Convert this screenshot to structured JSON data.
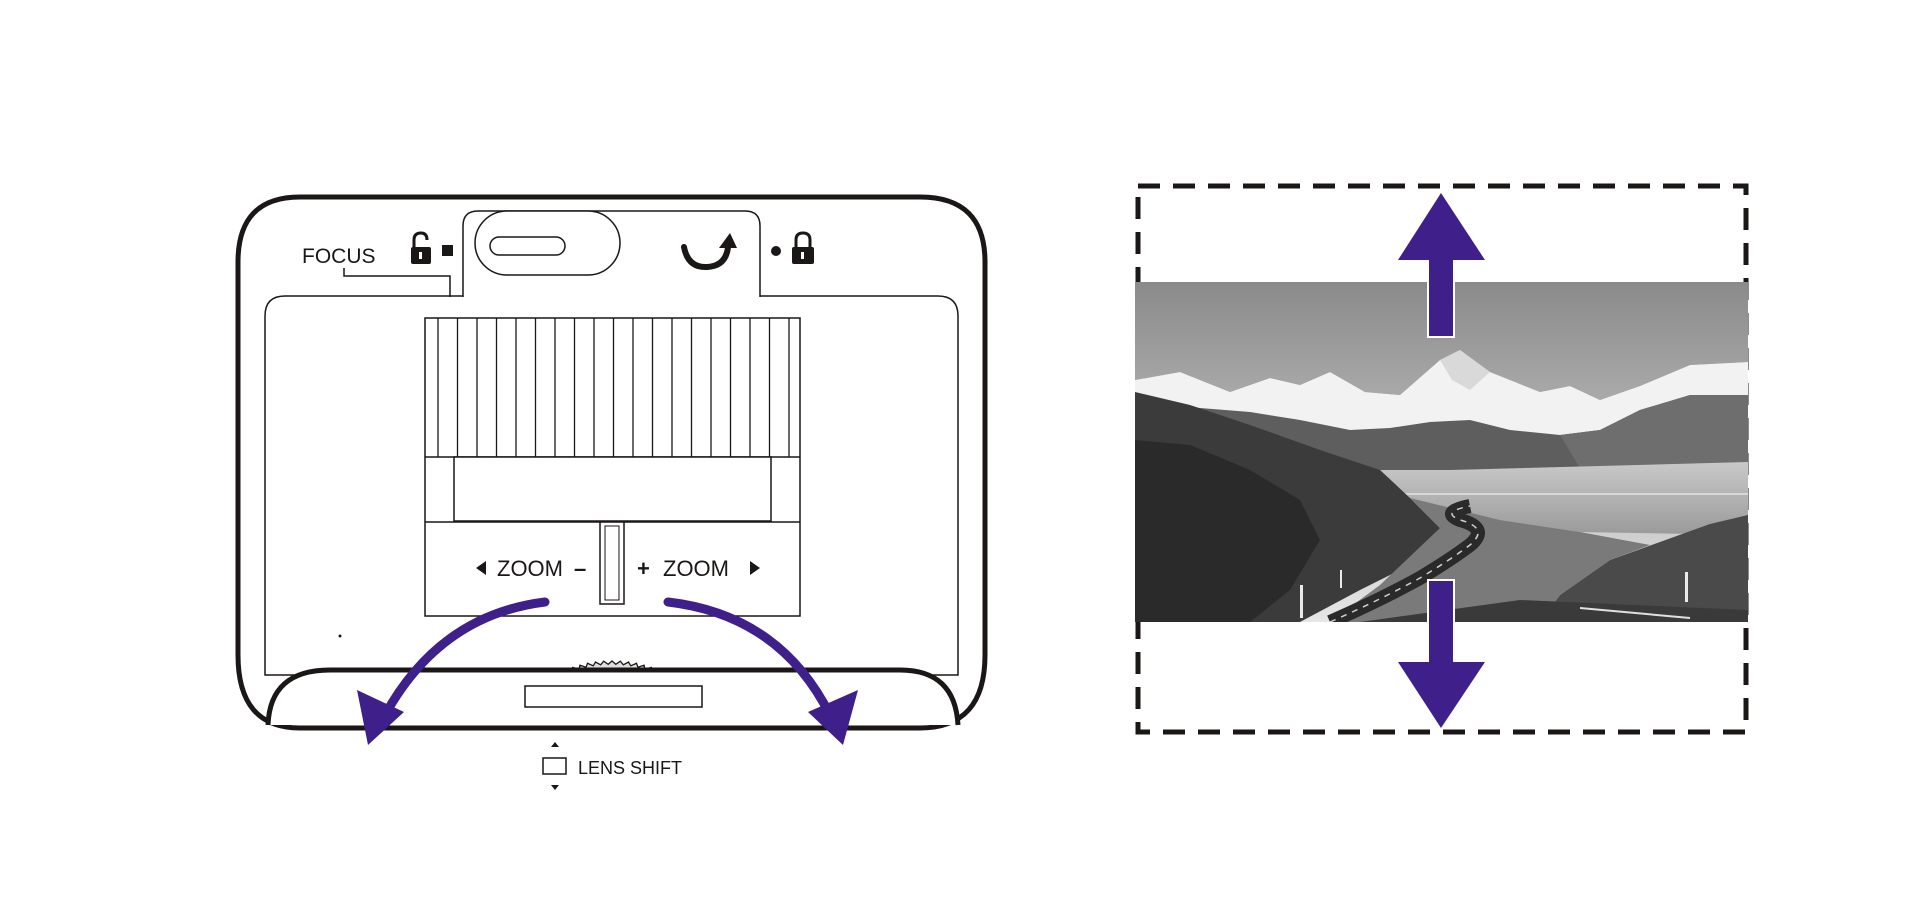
{
  "projector": {
    "focus_label": "FOCUS",
    "zoom_left_label": "ZOOM",
    "zoom_minus": "–",
    "zoom_plus": "+",
    "zoom_right_label": "ZOOM",
    "lens_shift_label": "LENS SHIFT"
  },
  "icons": {
    "lock_open": "unlock-icon",
    "lock_closed": "lock-icon",
    "rotate": "rotate-arrow-icon",
    "zoom_left_arrow": "triangle-left-icon",
    "zoom_right_arrow": "triangle-right-icon",
    "lens_shift": "lens-shift-icon"
  },
  "photo": {
    "description_icon": "mountain-landscape-photo"
  },
  "colors": {
    "accent": "#3f1f8a",
    "outline": "#1a1716",
    "dial": "#dedede"
  }
}
